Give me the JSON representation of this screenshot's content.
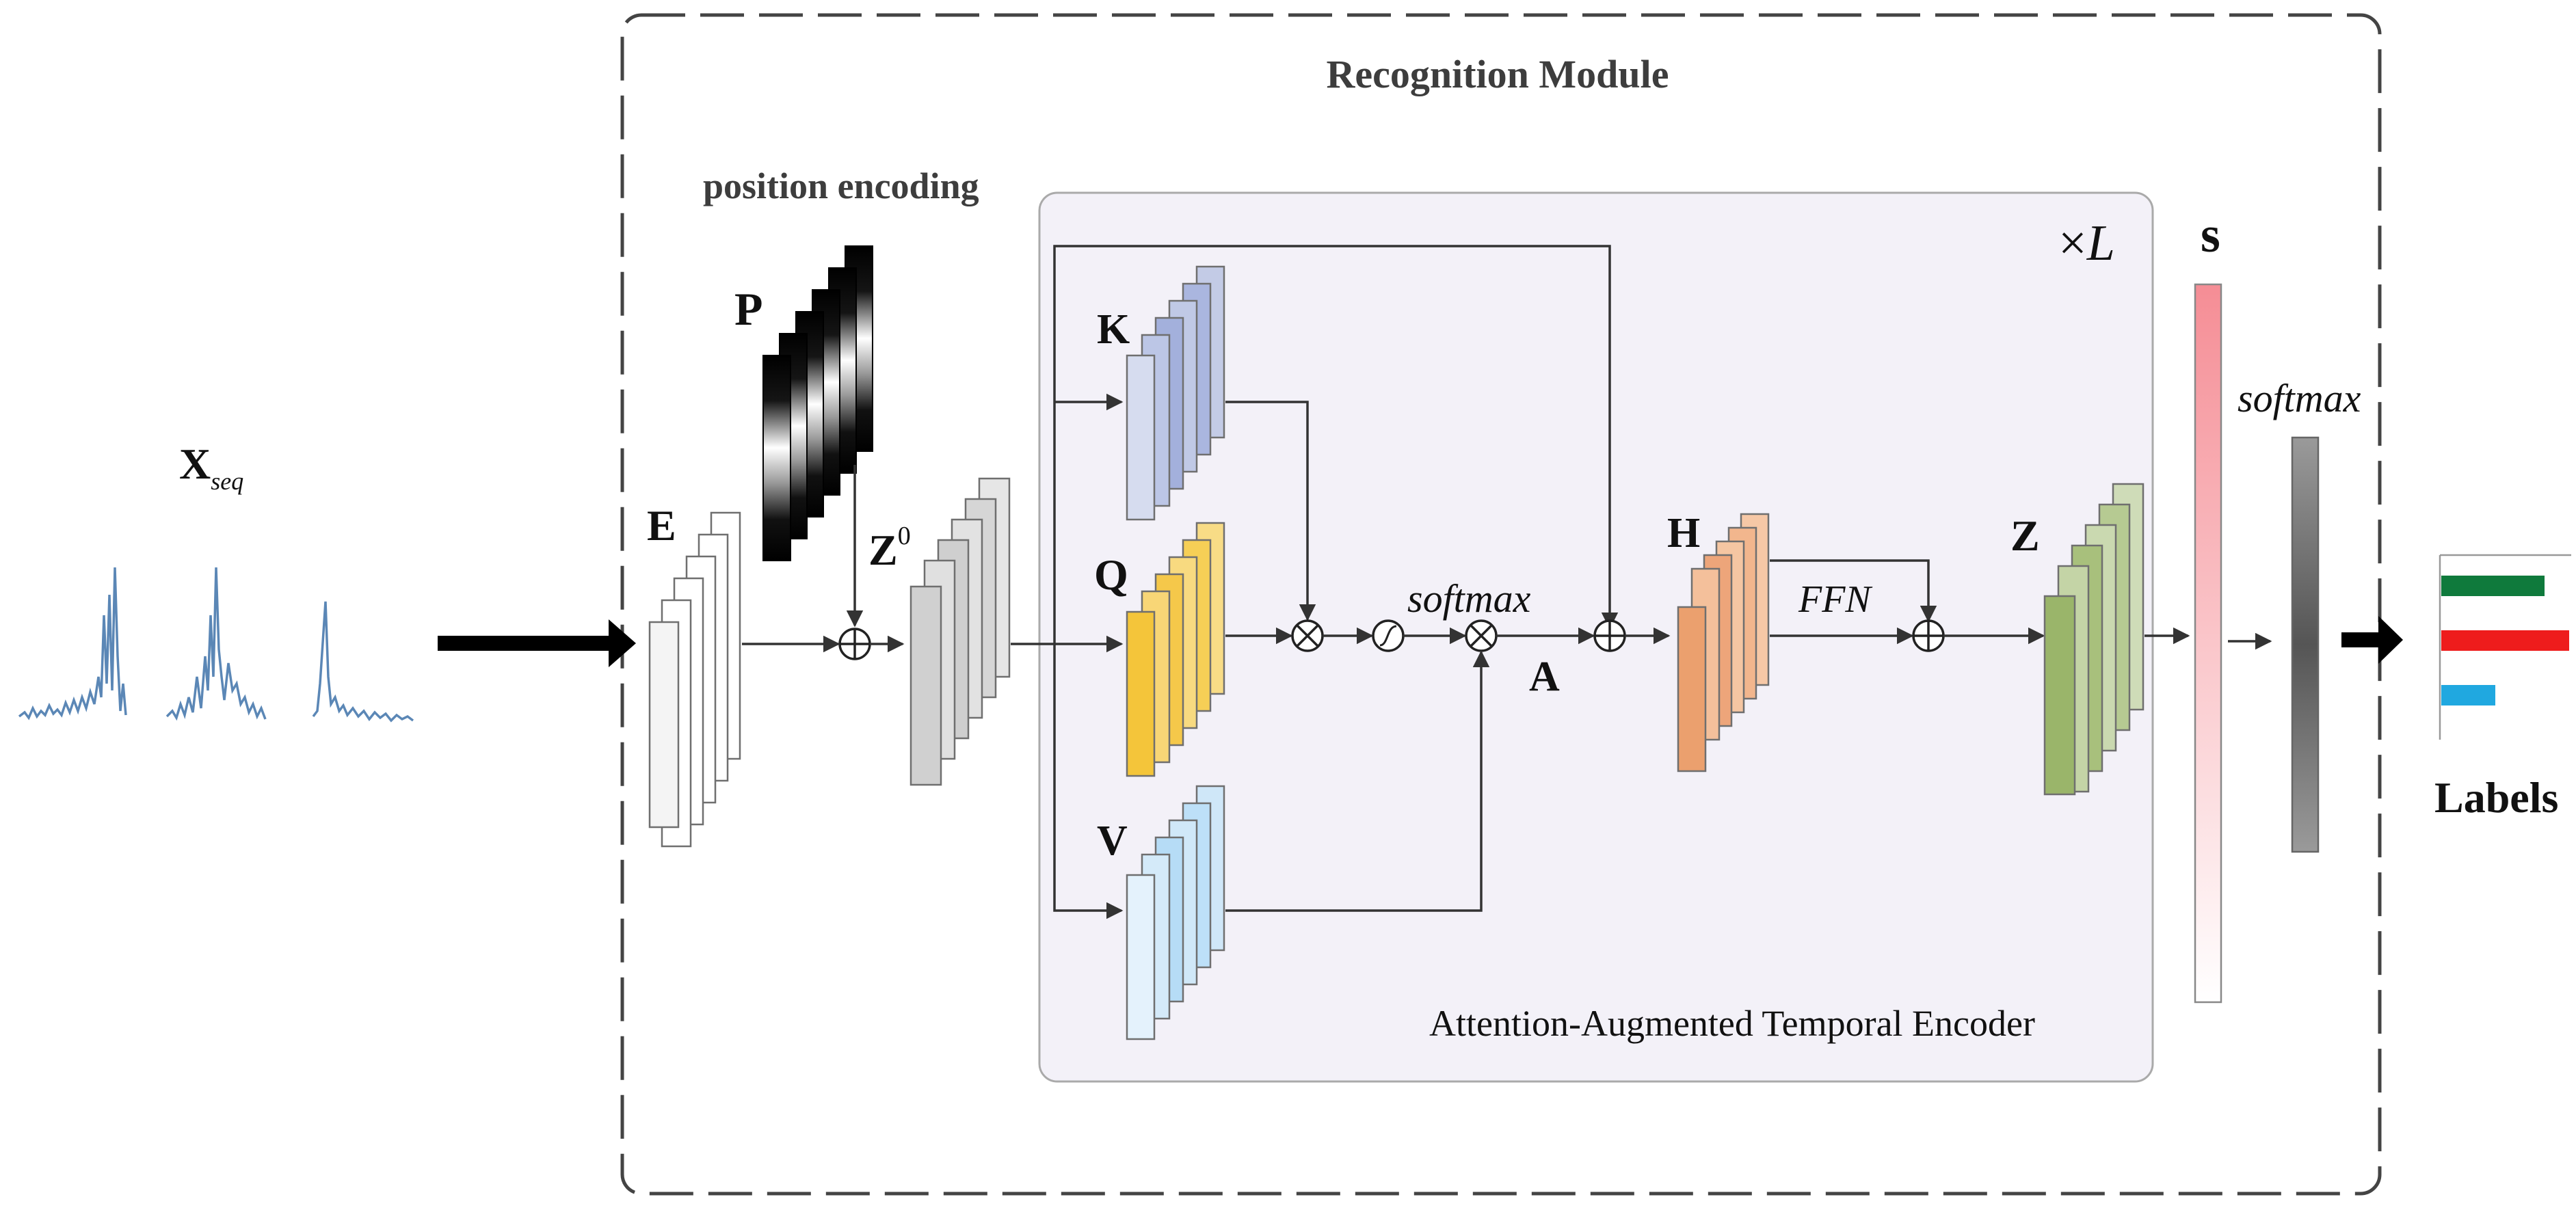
{
  "module": {
    "title": "Recognition Module"
  },
  "encoder_block": {
    "caption": "Attention-Augmented Temporal Encoder",
    "repeat_prefix": "×",
    "repeat_var": "L"
  },
  "labels": {
    "x_main": "X",
    "x_sub": "seq",
    "position_encoding": "position encoding",
    "P": "P",
    "E": "E",
    "Z0_main": "Z",
    "Z0_sup": "0",
    "K": "K",
    "Q": "Q",
    "V": "V",
    "A": "A",
    "H": "H",
    "Z": "Z",
    "s": "s",
    "softmax_attention": "softmax",
    "softmax_out": "softmax",
    "ffn": "FFN",
    "output_labels": "Labels"
  },
  "output_bars": [
    {
      "color": "#0f7a3c",
      "value": 0.63
    },
    {
      "color": "#ee1c1c",
      "value": 0.78
    },
    {
      "color": "#20a8e0",
      "value": 0.33
    }
  ],
  "colors": {
    "K": [
      "#7e90c8",
      "#ffffff"
    ],
    "Q": [
      "#f4c53a",
      "#fff8e0"
    ],
    "V": [
      "#ffffff",
      "#b6dcf6"
    ],
    "H": [
      "#eba06e",
      "#ffffff"
    ],
    "Z": [
      "#8ba95a",
      "#ffffff"
    ],
    "E": [
      "#e6e6e6",
      "#ffffff"
    ],
    "Z0": [
      "#a8a8a8",
      "#ffffff"
    ],
    "s": [
      "#f58d95",
      "#ffffff"
    ],
    "signal": "#5b87b6"
  }
}
